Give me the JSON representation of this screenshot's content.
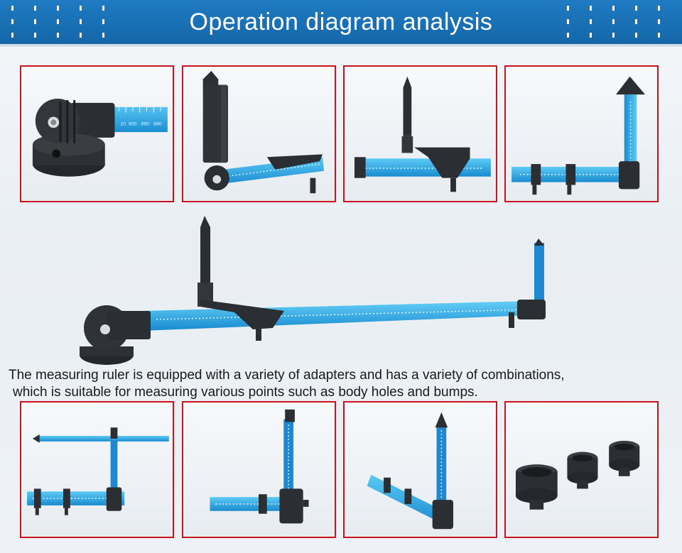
{
  "header": {
    "title": "Operation diagram analysis",
    "background": "#1a72b8",
    "text_color": "#ffffff"
  },
  "caption": {
    "line1": "The measuring ruler is equipped with a variety of adapters and has a variety of combinations,",
    "line2": "which is suitable for measuring various points such as body holes and bumps."
  },
  "ruler_scale": [
    "10",
    "900",
    "890",
    "880"
  ],
  "colors": {
    "panel_border": "#c8141c",
    "ruler_blue": "#29a9e6",
    "adapter_black": "#2b2e33"
  }
}
